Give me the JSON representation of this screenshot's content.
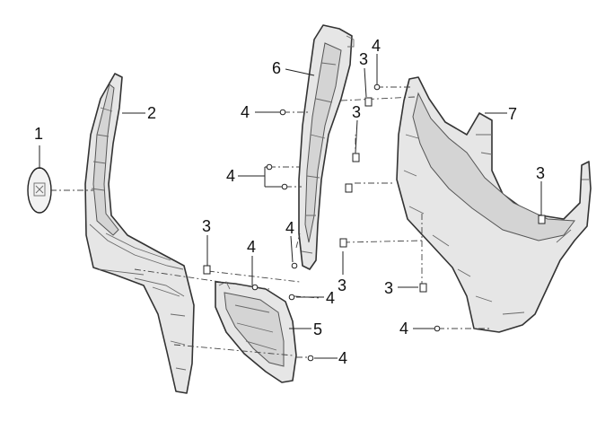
{
  "callouts": {
    "c1": "1",
    "c2": "2",
    "c3a": "3",
    "c3b": "3",
    "c3c": "3",
    "c3d": "3",
    "c3e": "3",
    "c3f": "3",
    "c4a": "4",
    "c4b": "4",
    "c4c": "4",
    "c4d": "4",
    "c4e": "4",
    "c4f": "4",
    "c4g": "4",
    "c4h": "4",
    "c5": "5",
    "c6": "6",
    "c7": "7"
  },
  "icons": {
    "screw": "screw-icon",
    "clip": "clip-nut-icon",
    "emblem": "emblem-icon"
  },
  "colors": {
    "line": "#333333",
    "fill": "#e6e6e6",
    "background": "#ffffff"
  }
}
